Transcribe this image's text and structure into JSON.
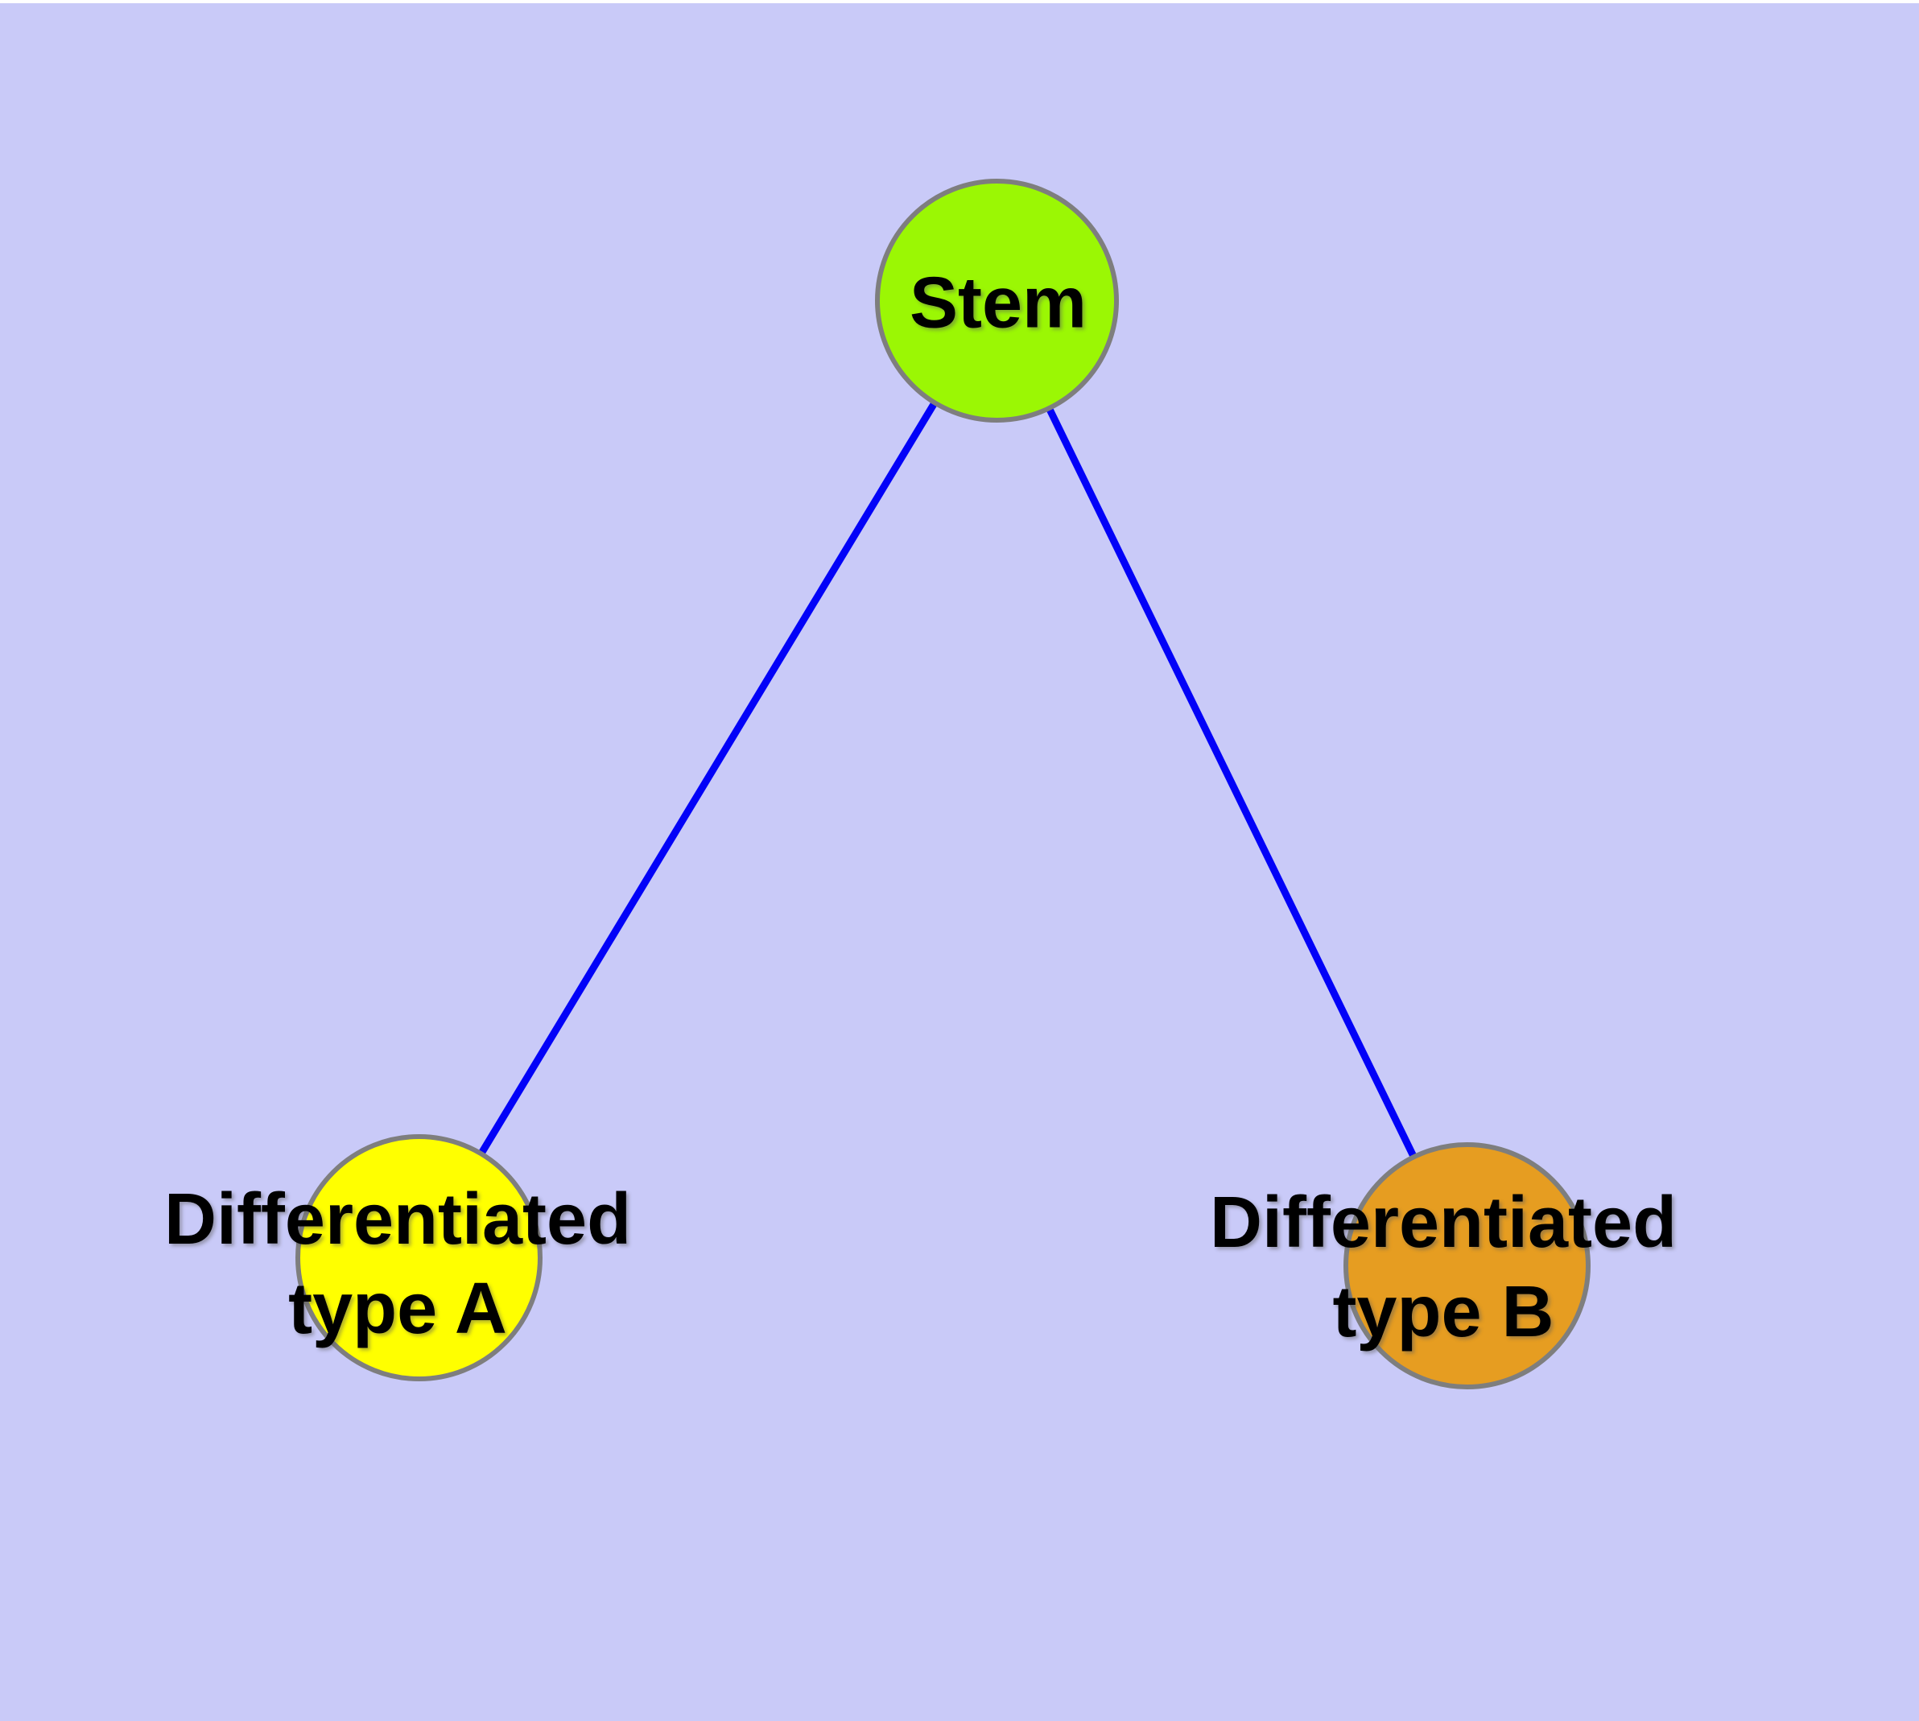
{
  "diagram": {
    "type": "node-link-graph",
    "colors": {
      "background": "#C9CAF8",
      "node_border": "#7E7E7E",
      "edge": "#0202F8",
      "stem_fill": "#9BF704",
      "type_a_fill": "#FFFF00",
      "type_b_fill": "#E69D21",
      "label_text": "#000000"
    },
    "nodes": [
      {
        "id": "stem",
        "label": "Stem"
      },
      {
        "id": "differentiated-type-a",
        "label_line1": "Differentiated",
        "label_line2": "type A"
      },
      {
        "id": "differentiated-type-b",
        "label_line1": "Differentiated",
        "label_line2": "type B"
      }
    ],
    "edges": [
      {
        "from": "Stem",
        "to": "Differentiated type A"
      },
      {
        "from": "Stem",
        "to": "Differentiated type B"
      }
    ]
  }
}
